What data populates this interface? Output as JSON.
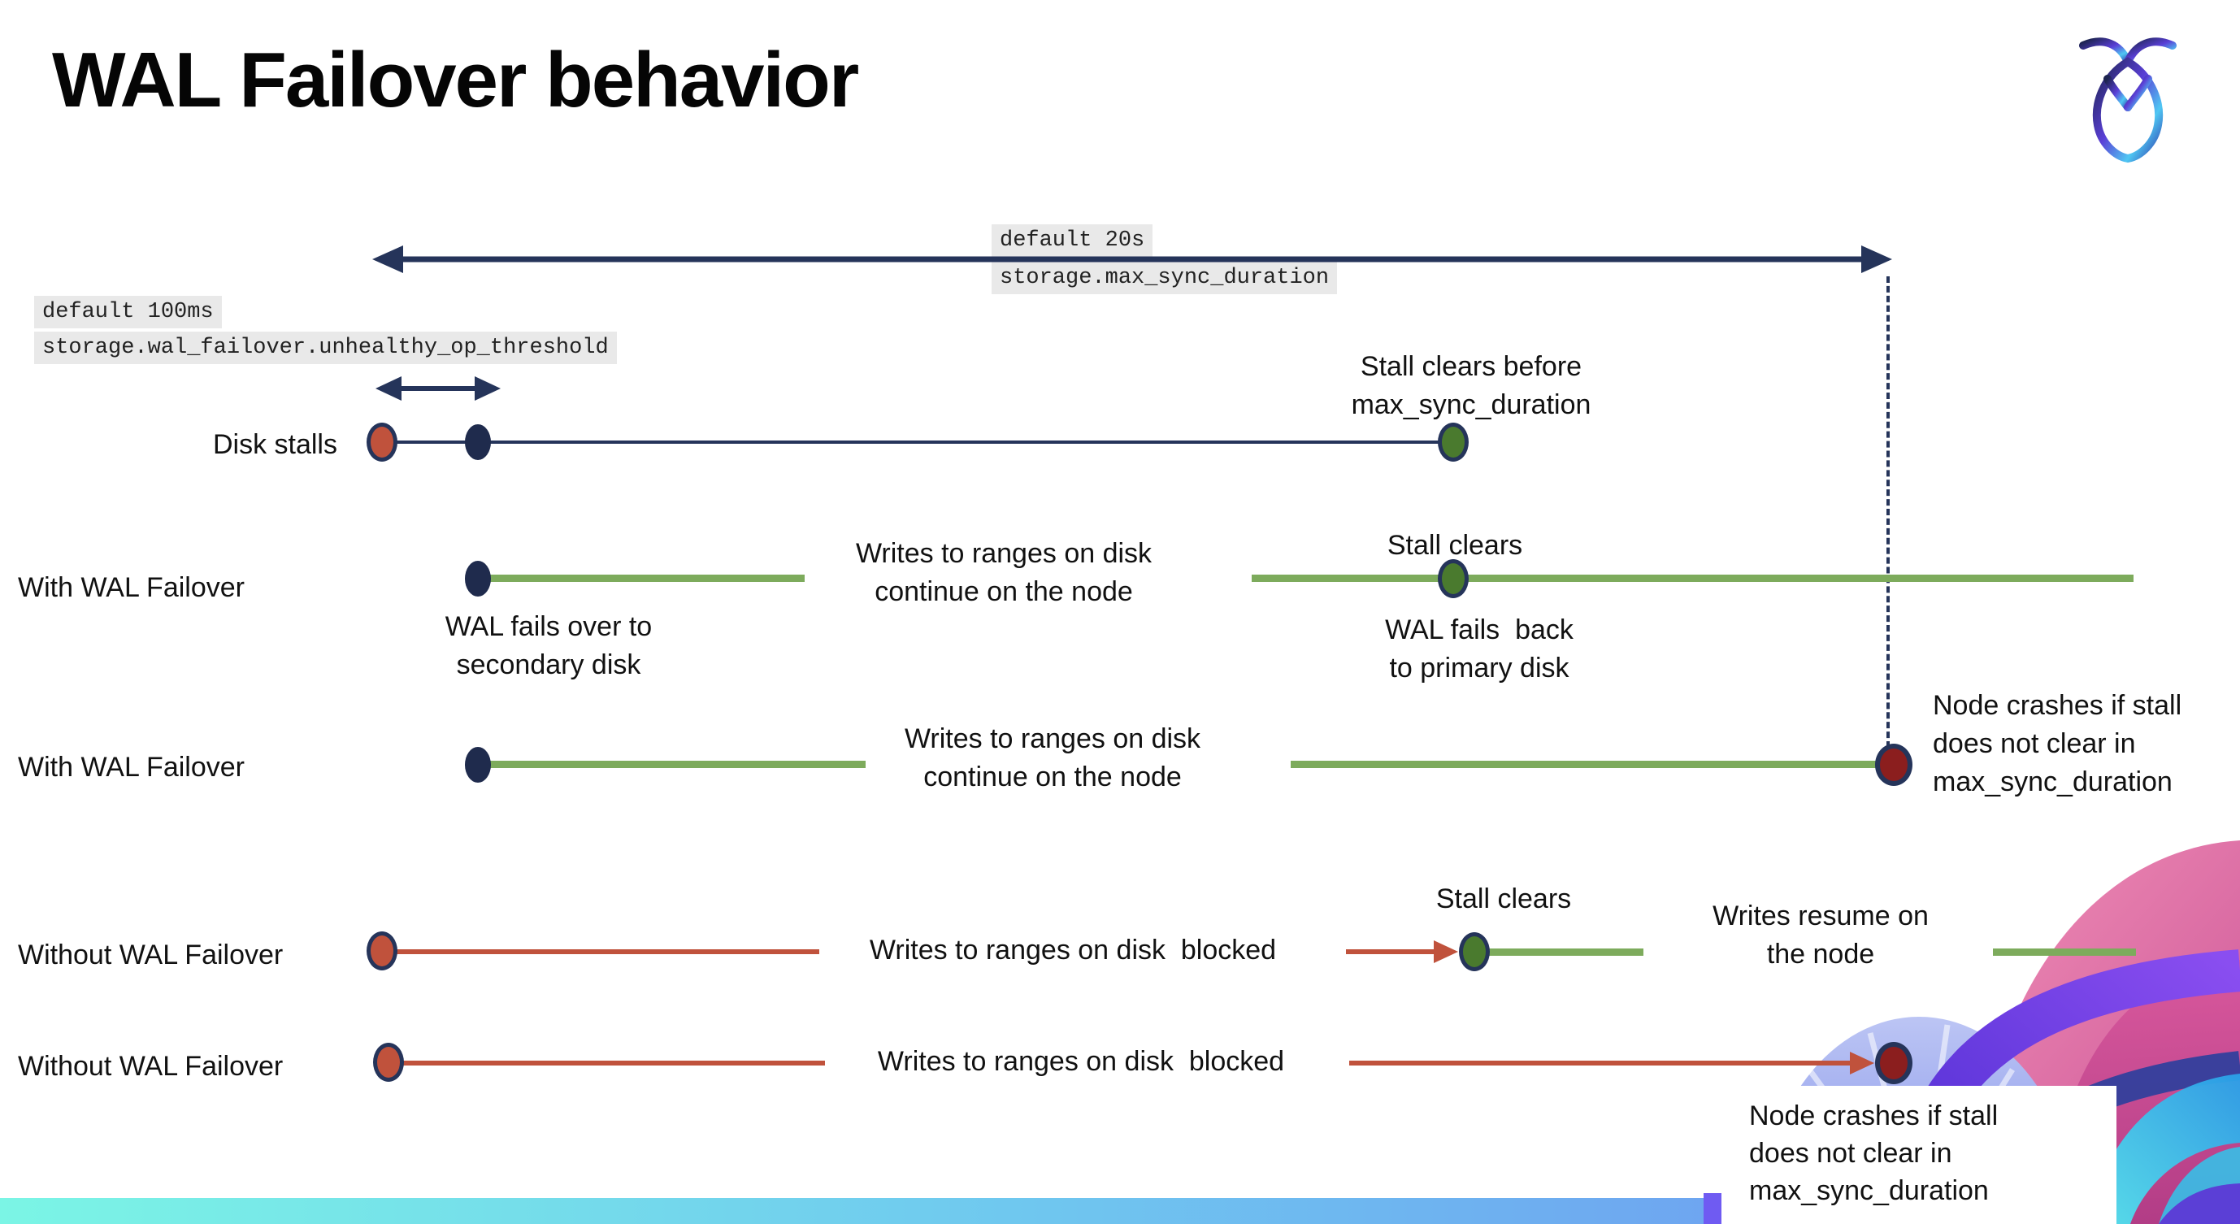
{
  "title": "WAL Failover behavior",
  "logo": "cockroachdb-logo",
  "config_labels": {
    "max_sync_default": "default 20s",
    "max_sync_setting": "storage.max_sync_duration",
    "threshold_default": "default 100ms",
    "threshold_setting": "storage.wal_failover.unhealthy_op_threshold"
  },
  "rows": {
    "disk_stalls": {
      "label": "Disk stalls"
    },
    "with_wal_1": {
      "label": "With WAL Failover"
    },
    "with_wal_2": {
      "label": "With WAL Failover"
    },
    "without_wal_1": {
      "label": "Without WAL Failover"
    },
    "without_wal_2": {
      "label": "Without WAL Failover"
    }
  },
  "annotations": {
    "stall_clears_before": [
      "Stall clears before",
      "max_sync_duration"
    ],
    "wal_fails_over": [
      "WAL fails over to",
      "secondary disk"
    ],
    "writes_continue_1": [
      "Writes to ranges on disk",
      "continue on the node"
    ],
    "stall_clears_1": "Stall clears",
    "wal_fails_back": [
      "WAL fails  back",
      "to primary disk"
    ],
    "writes_continue_2": [
      "Writes to ranges on disk",
      "continue on the node"
    ],
    "node_crashes_1": [
      "Node crashes if stall",
      "does not clear in",
      "max_sync_duration"
    ],
    "writes_blocked_1": "Writes to ranges on disk  blocked",
    "stall_clears_2": "Stall clears",
    "writes_resume": [
      "Writes resume on",
      "the node"
    ],
    "writes_blocked_2": "Writes to ranges on disk  blocked",
    "node_crashes_2": [
      "Node crashes if stall",
      "does not clear in",
      "max_sync_duration"
    ]
  },
  "colors": {
    "navy": "#25345a",
    "navy_dot": "#1f2b4d",
    "green_line": "#7dab5c",
    "green_dot": "#4a7a2e",
    "red": "#c0523c",
    "dark_red": "#8b1e1e",
    "code_bg": "#e9e9e9",
    "bar_gradient_start": "#7bf5e5",
    "bar_gradient_end": "#6d8cf2"
  }
}
